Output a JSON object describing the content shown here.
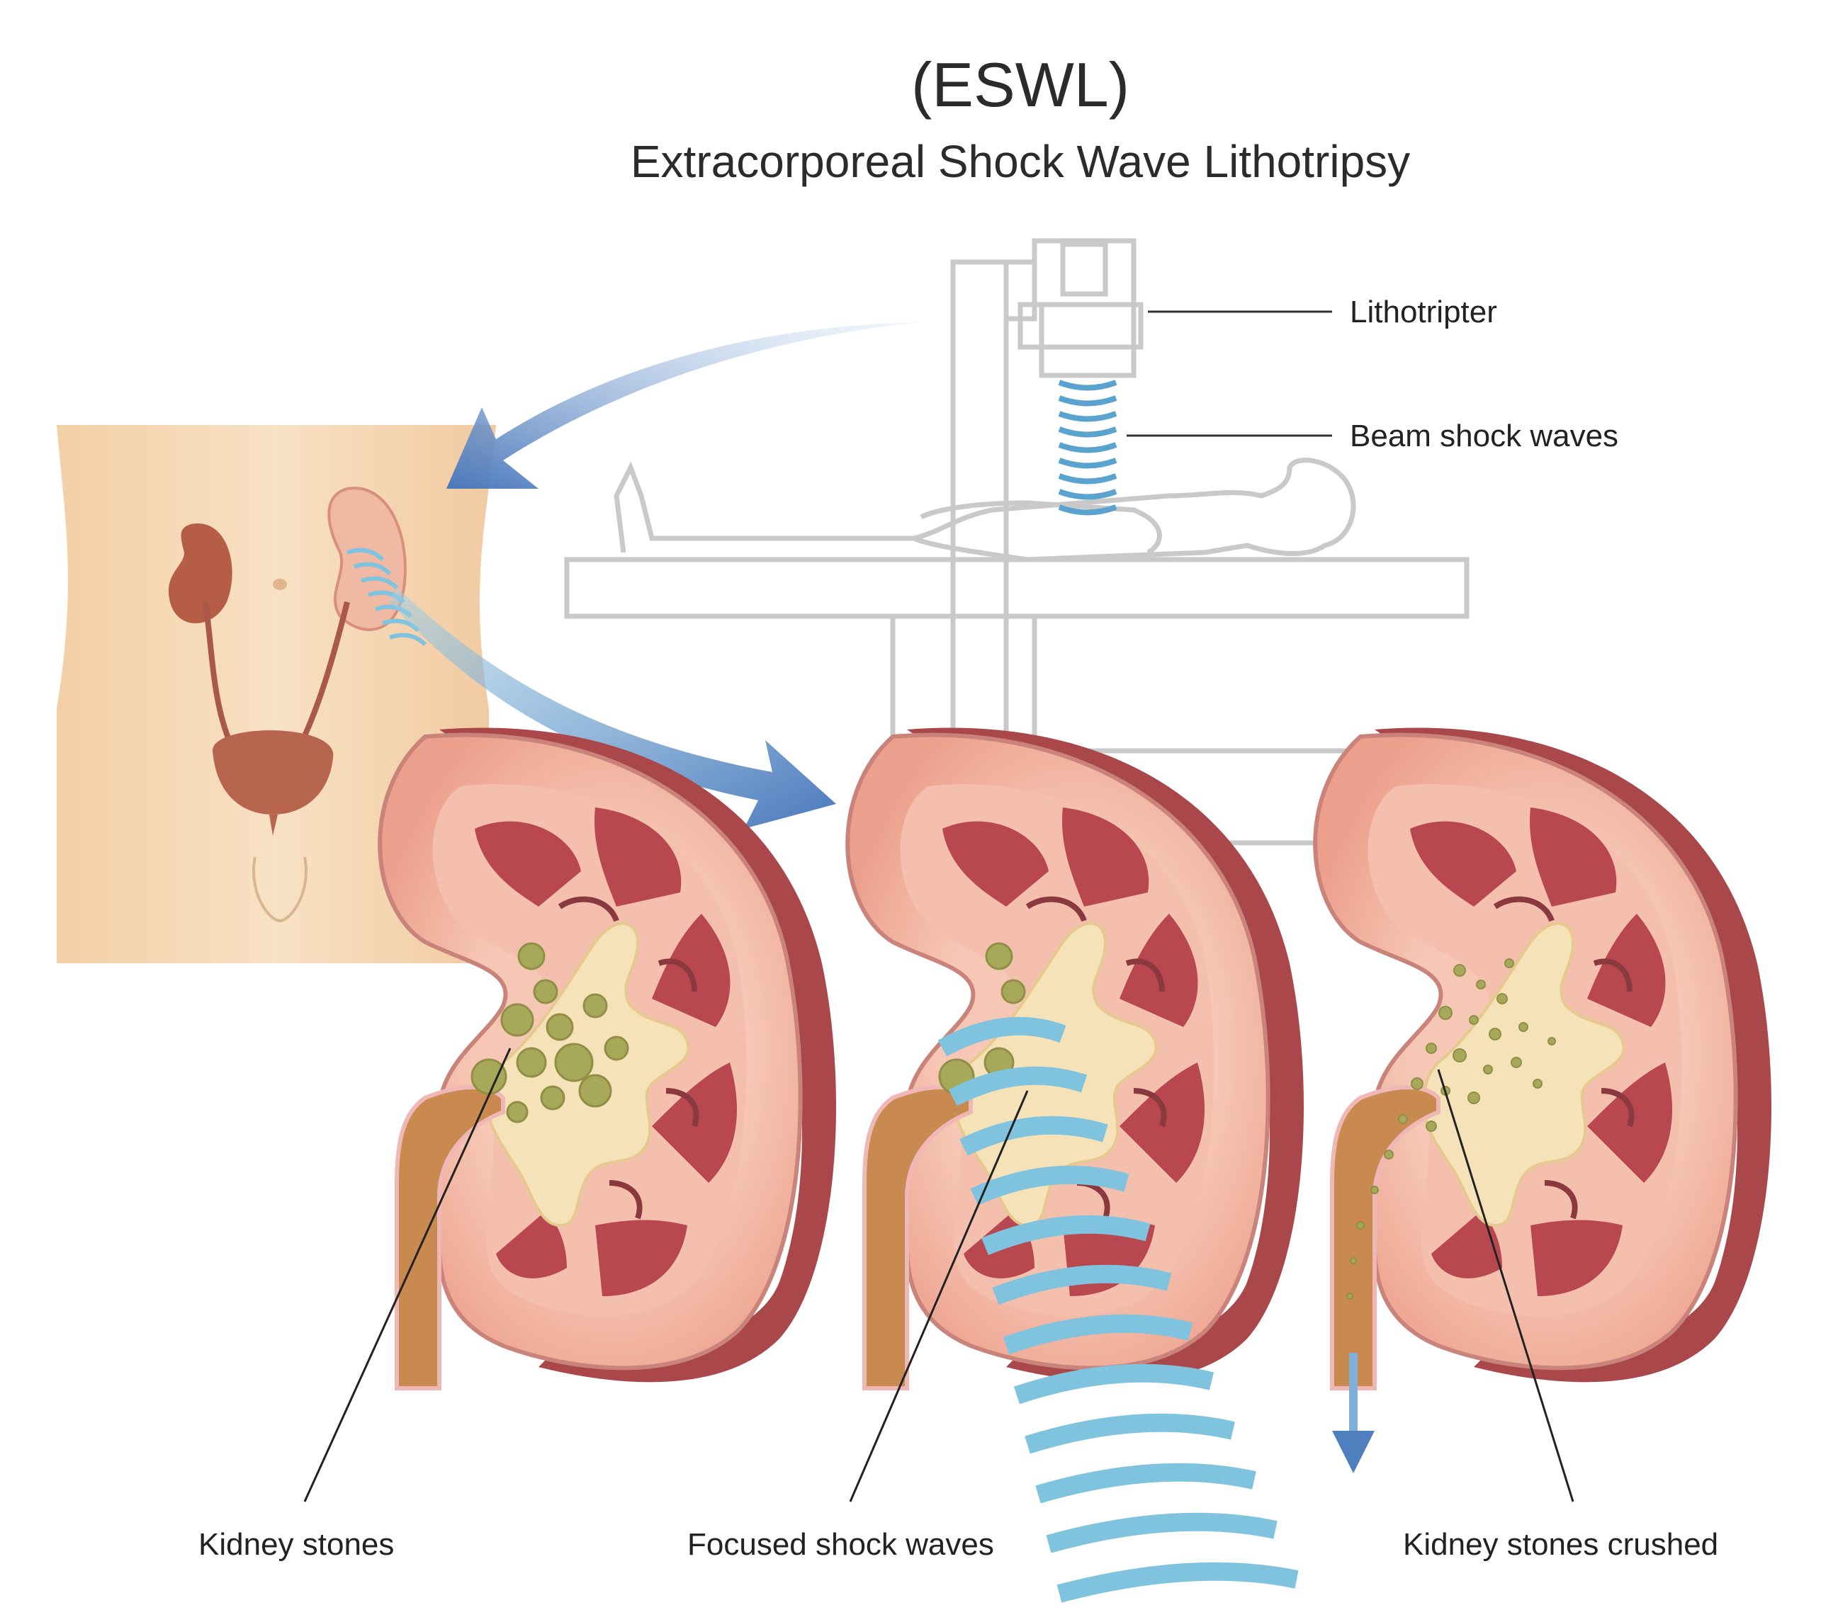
{
  "title": "(ESWL)",
  "subtitle": "Extracorporeal Shock Wave Lithotripsy",
  "labels": {
    "lithotripter": "Lithotripter",
    "beam_shock_waves": "Beam shock waves",
    "kidney_stones": "Kidney stones",
    "focused_shock_waves": "Focused shock waves",
    "kidney_stones_crushed": "Kidney stones crushed"
  },
  "colors": {
    "skin": "#f6d8b4",
    "kidney_outer": "#f1b7a4",
    "kidney_capsule": "#a9474a",
    "medulla": "#b8474f",
    "pelvis": "#f6e2b8",
    "stone": "#a7a85a",
    "wave": "#7fc3df",
    "arrow": "#4f7fbf",
    "outline": "#c8c8c8"
  }
}
